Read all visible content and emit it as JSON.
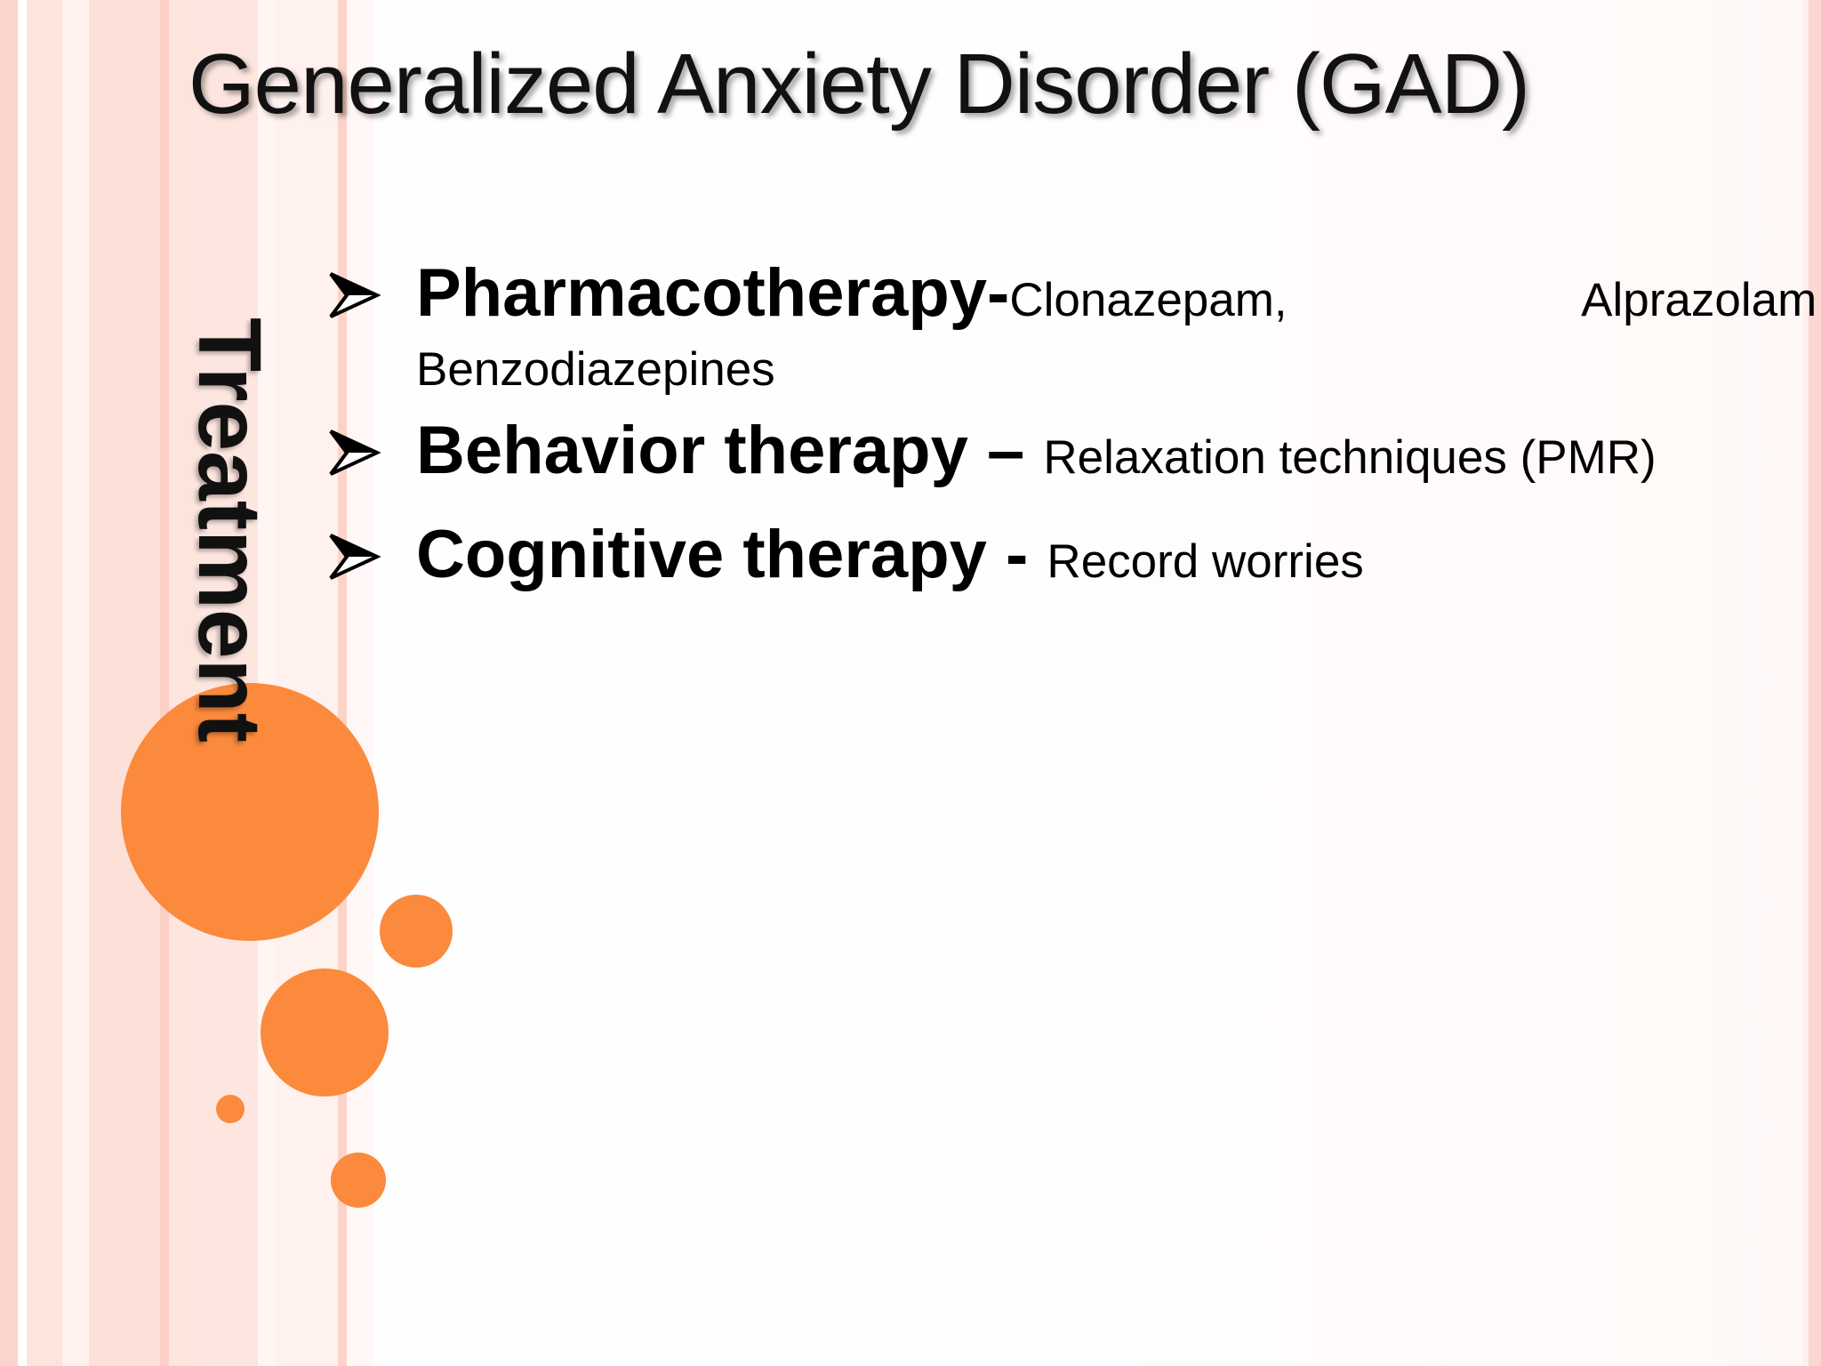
{
  "slide": {
    "title": "Generalized Anxiety Disorder (GAD)",
    "side_label": "Treatment",
    "bullets": [
      {
        "heading": "Pharmacotherapy-",
        "text_part1": "Clonazepam,",
        "text_part2": "Alprazolam,",
        "text_part3": "Benzodiazepines",
        "icon": "arrow-bullet-icon"
      },
      {
        "heading": "Behavior therapy – ",
        "text": "Relaxation techniques (PMR)",
        "icon": "arrow-bullet-icon"
      },
      {
        "heading": "Cognitive therapy - ",
        "text": "Record worries",
        "icon": "arrow-bullet-icon"
      }
    ]
  },
  "colors": {
    "accent_orange": "#fb8a3c",
    "stripe_pink": "#fde0d8",
    "text": "#000000"
  }
}
